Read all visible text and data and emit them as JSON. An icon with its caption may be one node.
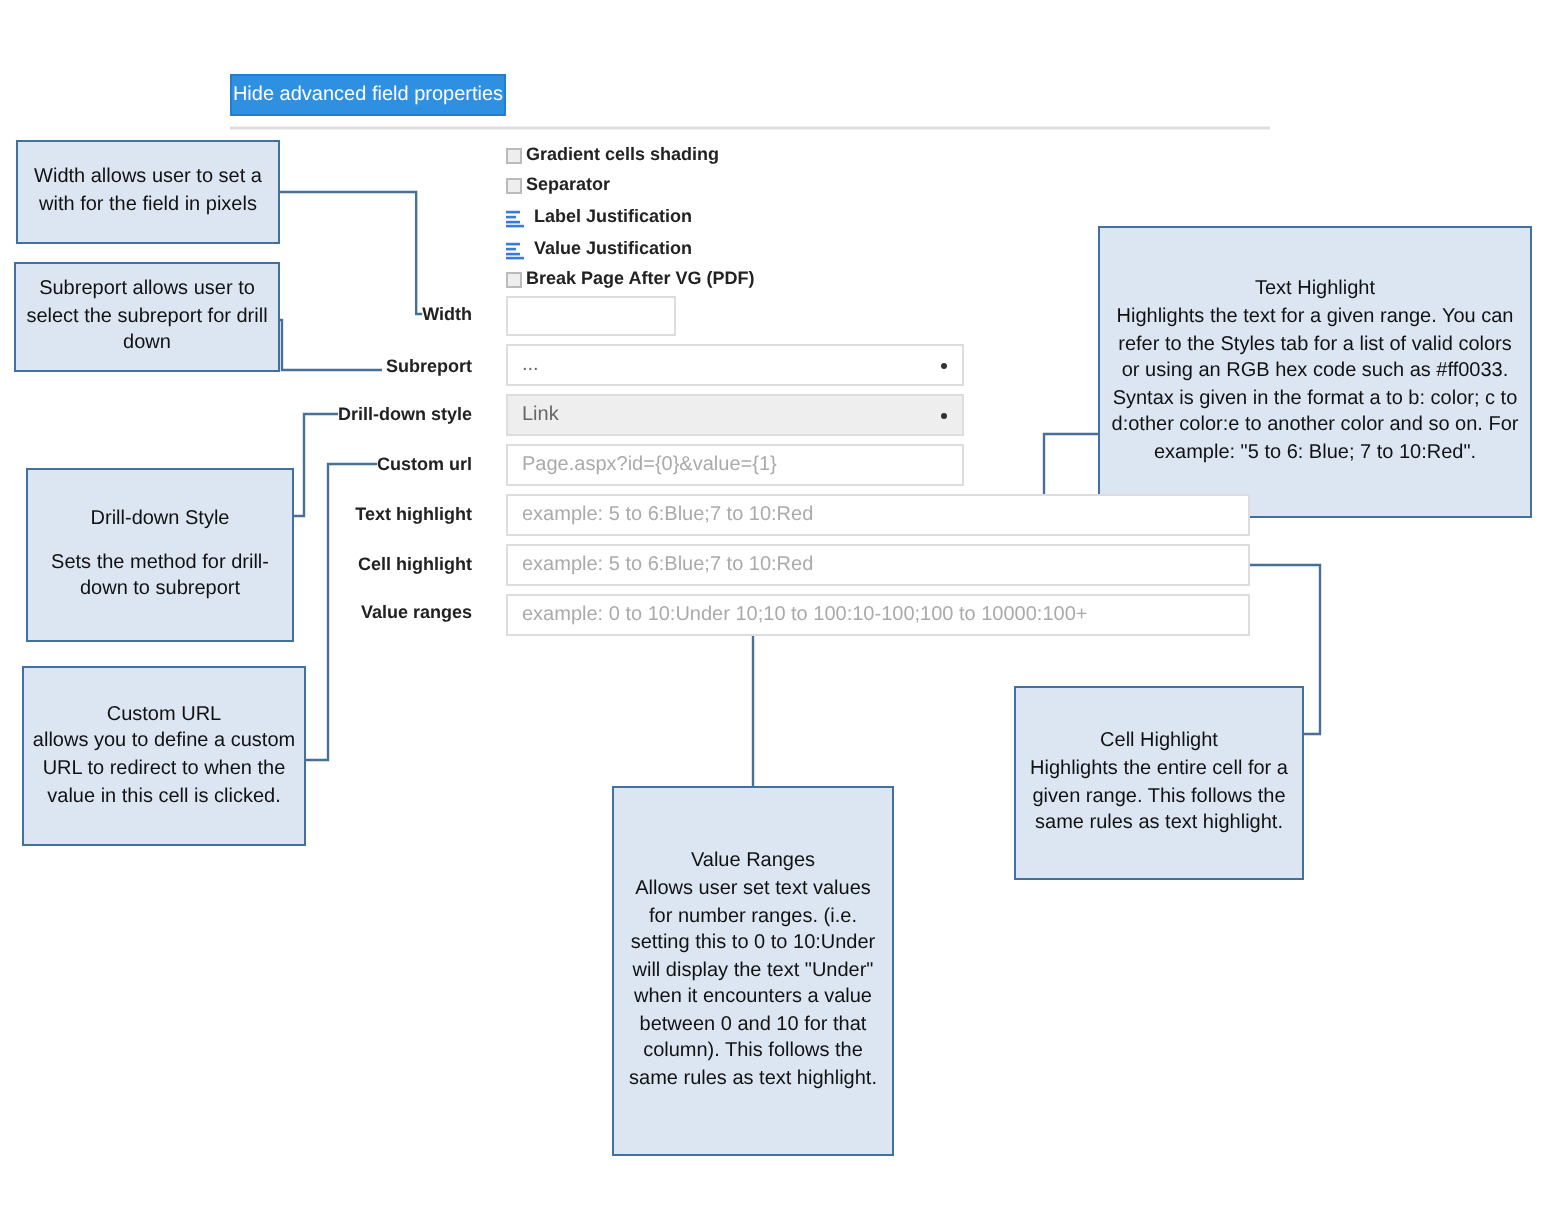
{
  "diagram": {
    "nodes": [
      {
        "text": [
          "Hide advanced field properties"
        ]
      },
      {
        "text": [
          "Width allows user to set a with for the field in pixels"
        ]
      },
      {
        "text": [
          "Subreport allows user to select the subreport for drill down"
        ]
      },
      {
        "text": [
          "Width"
        ]
      },
      {
        "text": [],
        "shape": "box"
      },
      {
        "text": [
          "Text Highlight",
          "Highlights the text for a given range. You can refer to the Styles tab for a list of valid colors or using an RGB hex code such as #ff0033. Syntax is given in the format a to b: color; c to d:other color:e to another color and so on. For example: \"5 to 6: Blue; 7 to 10:Red\"."
        ]
      },
      {
        "text": [
          "Subreport"
        ]
      },
      {
        "text": [
          "..."
        ]
      },
      {
        "text": [
          "Drill-down Style",
          "Sets the method for drill-down to subreport"
        ]
      },
      {
        "text": [
          "Drill-down style"
        ]
      },
      {
        "text": [
          "Link"
        ]
      },
      {
        "text": [
          "Custom url"
        ]
      },
      {
        "text": [
          "Page.aspx?id={0}&value={1}"
        ]
      },
      {
        "text": [
          "example: 5 to 6:Blue;7 to 10:Red"
        ]
      },
      {
        "text": [
          "example: 5 to 6:Blue;7 to 10:Red"
        ]
      },
      {
        "text": [
          "example: 0 to 10:Under 10;10 to 100:10-100;100 to 10000:100+"
        ]
      },
      {
        "text": [
          "Custom URL",
          "allows you to define a custom URL to redirect to when the value in this cell is clicked."
        ]
      },
      {
        "text": [
          "Cell Highlight",
          "Highlights the entire cell for a given range. This follows the same rules as text highlight."
        ]
      },
      {
        "text": [
          "Value Ranges",
          "Allows user set text values for number ranges. (i.e. setting this to 0 to 10:Under will display the text \"Under\" when it encounters a value between 0 and 10 for that column). This follows the same rules as text highlight."
        ]
      }
    ],
    "edges": [
      {
        "from": 1,
        "to": 3,
        "arrow": "none"
      },
      {
        "from": 2,
        "to": 6,
        "arrow": "none"
      },
      {
        "from": 8,
        "to": 9,
        "arrow": "none"
      },
      {
        "from": 16,
        "to": 11,
        "arrow": "none"
      },
      {
        "from": 5,
        "to": 13,
        "arrow": "none"
      },
      {
        "from": 17,
        "to": 14,
        "arrow": "none"
      },
      {
        "from": 18,
        "to": 15,
        "arrow": "none"
      }
    ],
    "labels": [
      "Gradient cells shading",
      "Separator",
      "Label Justification",
      "Value Justification",
      "Break Page After VG (PDF)",
      "Text highlight",
      "Cell highlight",
      "Value ranges"
    ]
  }
}
